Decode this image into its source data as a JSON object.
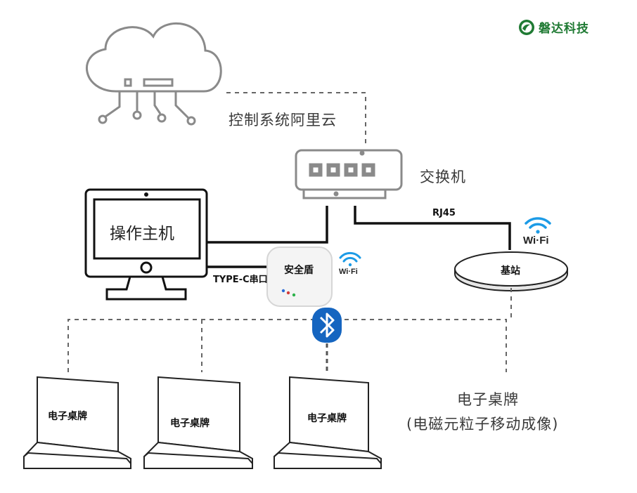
{
  "brand": {
    "name": "磐达科技",
    "color": "#1f7a33"
  },
  "nodes": {
    "cloud": {
      "label": "控制系统阿里云",
      "icon": "cloud-server-icon"
    },
    "switch": {
      "label": "交换机",
      "icon": "network-switch-icon"
    },
    "host": {
      "label": "操作主机",
      "icon": "monitor-icon"
    },
    "shield": {
      "label": "安全盾",
      "icon": "gateway-box-icon"
    },
    "base_station": {
      "label": "基站",
      "icon": "base-station-icon"
    },
    "tablets": [
      {
        "label": "电子桌牌"
      },
      {
        "label": "电子桌牌"
      },
      {
        "label": "电子桌牌"
      }
    ],
    "tablets_caption": {
      "line1": "电子桌牌",
      "line2": "(电磁元粒子移动成像)"
    }
  },
  "links": {
    "rj45": "RJ45",
    "typec": "TYPE-C串口",
    "wifi_shield": "Wi·Fi",
    "wifi_base": "Wi·Fi"
  },
  "colors": {
    "wifi": "#1c9be6",
    "bluetooth": "#1565c0",
    "line": "#111111",
    "dashed": "#666666"
  }
}
